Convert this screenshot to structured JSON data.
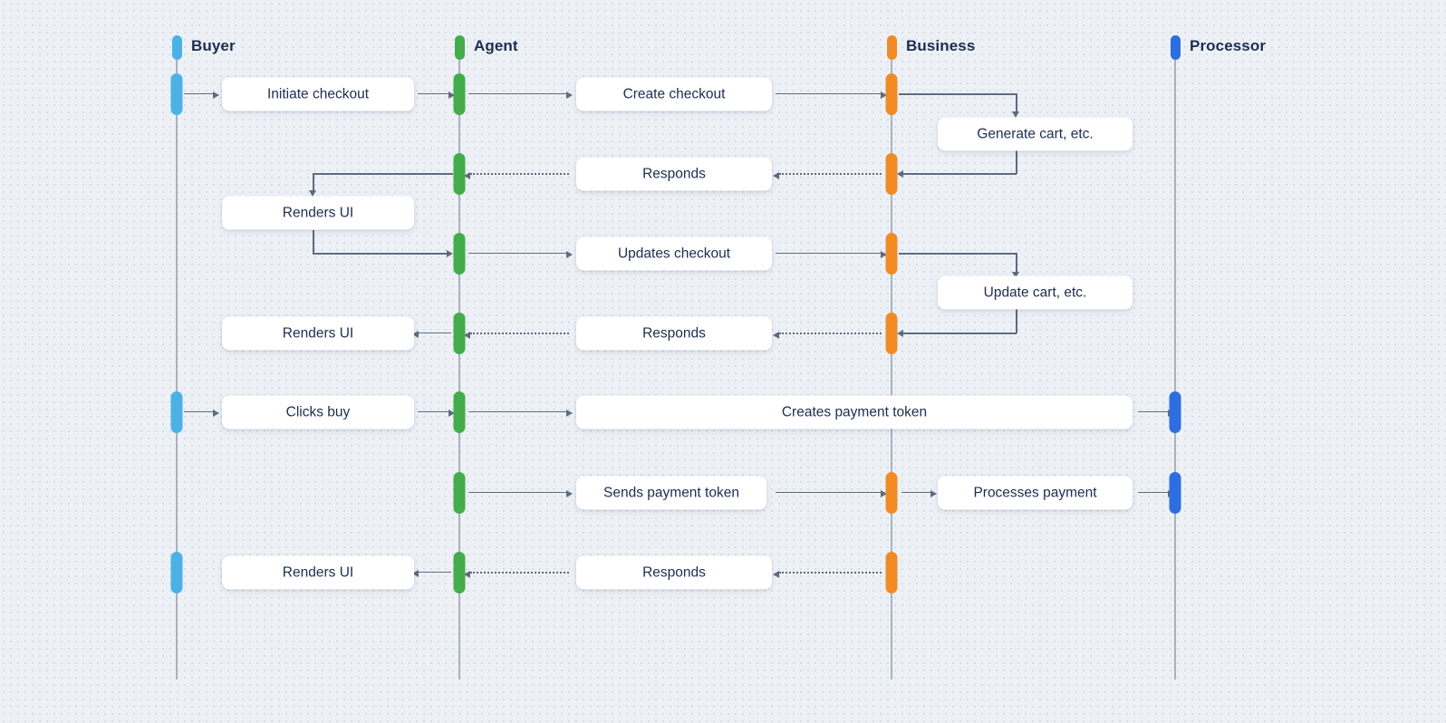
{
  "diagram": {
    "type": "sequence",
    "actors": [
      {
        "id": "buyer",
        "label": "Buyer",
        "color": "#4db1e8"
      },
      {
        "id": "agent",
        "label": "Agent",
        "color": "#44ac4b"
      },
      {
        "id": "business",
        "label": "Business",
        "color": "#f08b26"
      },
      {
        "id": "processor",
        "label": "Processor",
        "color": "#2e6ee0"
      }
    ],
    "messages": [
      {
        "label": "Initiate checkout",
        "from": "Buyer",
        "to": "Agent",
        "style": "solid"
      },
      {
        "label": "Create checkout",
        "from": "Agent",
        "to": "Business",
        "style": "solid"
      },
      {
        "label": "Generate cart, etc.",
        "from": "Business",
        "to": "Business",
        "style": "self"
      },
      {
        "label": "Responds",
        "from": "Business",
        "to": "Agent",
        "style": "dotted"
      },
      {
        "label": "Renders UI",
        "from": "Agent",
        "to": "Buyer",
        "style": "solid"
      },
      {
        "label": "Updates checkout",
        "from": "Agent",
        "to": "Business",
        "style": "solid"
      },
      {
        "label": "Update cart, etc.",
        "from": "Business",
        "to": "Business",
        "style": "self"
      },
      {
        "label": "Responds",
        "from": "Business",
        "to": "Agent",
        "style": "dotted"
      },
      {
        "label": "Renders UI",
        "from": "Agent",
        "to": "Buyer",
        "style": "solid"
      },
      {
        "label": "Clicks buy",
        "from": "Buyer",
        "to": "Agent",
        "style": "solid"
      },
      {
        "label": "Creates payment token",
        "from": "Agent",
        "to": "Processor",
        "style": "solid"
      },
      {
        "label": "Sends payment token",
        "from": "Agent",
        "to": "Business",
        "style": "solid"
      },
      {
        "label": "Processes payment",
        "from": "Business",
        "to": "Processor",
        "style": "solid"
      },
      {
        "label": "Responds",
        "from": "Business",
        "to": "Agent",
        "style": "dotted"
      },
      {
        "label": "Renders UI",
        "from": "Agent",
        "to": "Buyer",
        "style": "solid"
      }
    ],
    "colors": {
      "background": "#edf1f6",
      "grid_dot": "#d6dde8",
      "box_background": "#ffffff",
      "text": "#1d2d50",
      "line": "#5d6b82",
      "lifeline": "#a9b2c0"
    }
  }
}
